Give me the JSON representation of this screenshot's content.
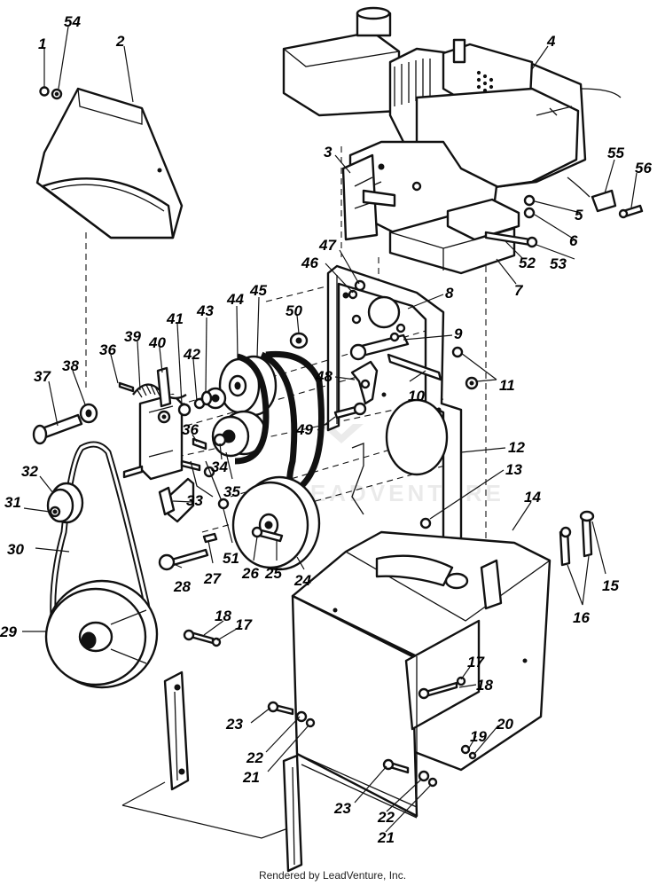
{
  "watermark": "LEADVENTURE",
  "footer": "Rendered by LeadVenture, Inc.",
  "callouts": [
    "1",
    "54",
    "2",
    "4",
    "3",
    "55",
    "56",
    "5",
    "6",
    "53",
    "52",
    "7",
    "47",
    "46",
    "8",
    "50",
    "45",
    "44",
    "43",
    "9",
    "11",
    "48",
    "10",
    "39",
    "40",
    "41",
    "42",
    "36",
    "37",
    "38",
    "49",
    "12",
    "13",
    "36",
    "34",
    "32",
    "35",
    "31",
    "33",
    "14",
    "30",
    "27",
    "51",
    "26",
    "25",
    "24",
    "28",
    "15",
    "16",
    "29",
    "18",
    "17",
    "17",
    "18",
    "23",
    "20",
    "19",
    "22",
    "21",
    "23",
    "22",
    "21"
  ],
  "colors": {
    "ink": "#111111",
    "paper": "#ffffff"
  }
}
